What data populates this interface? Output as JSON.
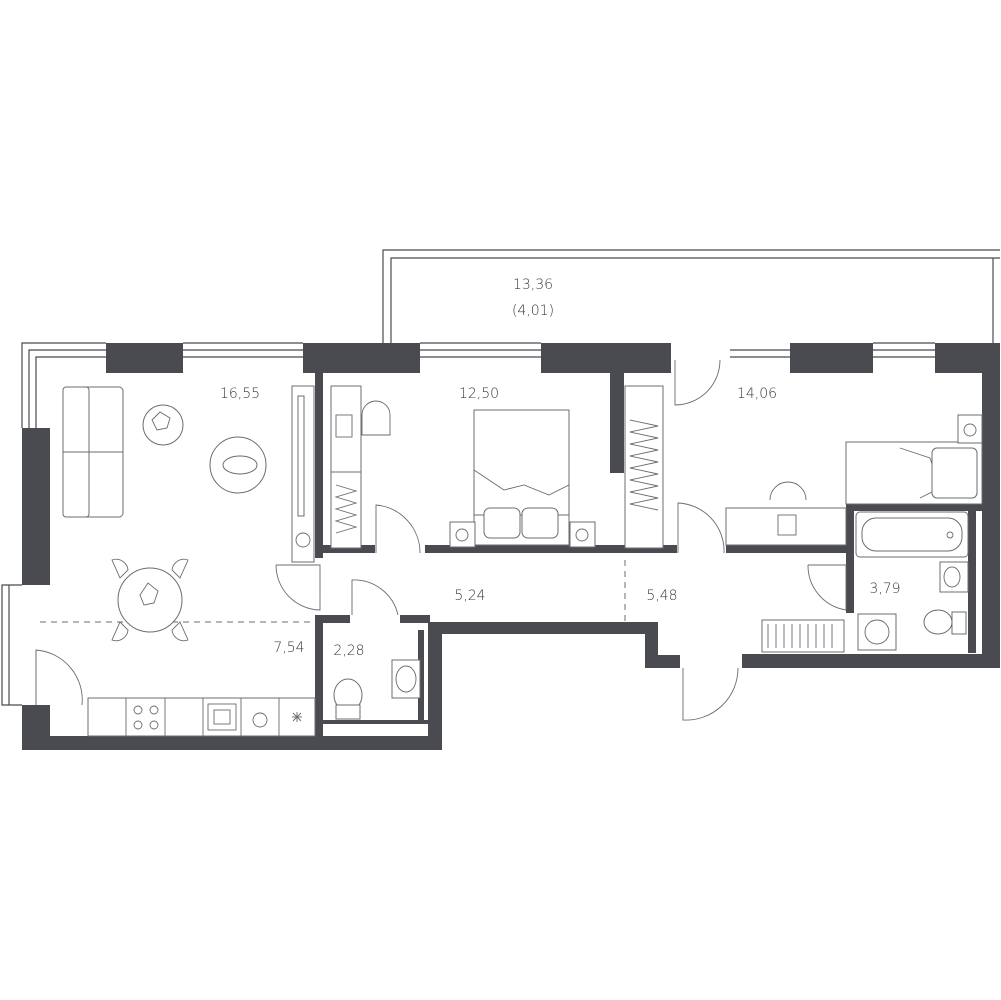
{
  "rooms": {
    "balcony_area": "13,36",
    "balcony_reduced": "(4,01)",
    "living_room": "16,55",
    "bedroom_1": "12,50",
    "bedroom_2": "14,06",
    "hall_1": "5,24",
    "hall_2": "5,48",
    "bathroom": "3,79",
    "kitchen": "7,54",
    "wc": "2,28"
  },
  "colors": {
    "wall": "#4a4b50",
    "line": "#6b6c70"
  }
}
